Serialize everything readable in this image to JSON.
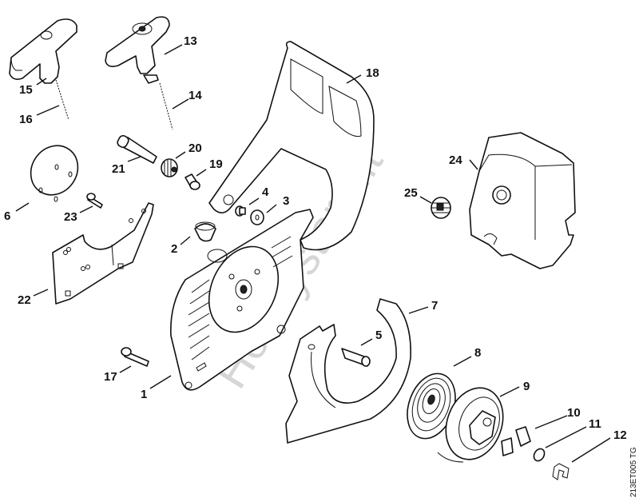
{
  "diagram": {
    "title": "Exploded parts view - rewind starter, handle and cover",
    "drawing_code": "213ET005 TG",
    "watermark": "Hobbystore.it",
    "parts": [
      {
        "id": "1",
        "label": "1",
        "name": "fan-housing"
      },
      {
        "id": "2",
        "label": "2",
        "name": "grommet"
      },
      {
        "id": "3",
        "label": "3",
        "name": "washer"
      },
      {
        "id": "4",
        "label": "4",
        "name": "bushing"
      },
      {
        "id": "5",
        "label": "5",
        "name": "rope-rotor-pin"
      },
      {
        "id": "6",
        "label": "6",
        "name": "cover-disc"
      },
      {
        "id": "7",
        "label": "7",
        "name": "guide-plate"
      },
      {
        "id": "8",
        "label": "8",
        "name": "rewind-spring"
      },
      {
        "id": "9",
        "label": "9",
        "name": "rope-rotor"
      },
      {
        "id": "10",
        "label": "10",
        "name": "pawl"
      },
      {
        "id": "11",
        "label": "11",
        "name": "washer-small"
      },
      {
        "id": "12",
        "label": "12",
        "name": "spring-clip"
      },
      {
        "id": "13",
        "label": "13",
        "name": "starter-grip-elastostart"
      },
      {
        "id": "14",
        "label": "14",
        "name": "starter-rope"
      },
      {
        "id": "15",
        "label": "15",
        "name": "starter-grip"
      },
      {
        "id": "16",
        "label": "16",
        "name": "starter-rope-alt"
      },
      {
        "id": "17",
        "label": "17",
        "name": "screw"
      },
      {
        "id": "18",
        "label": "18",
        "name": "front-handle"
      },
      {
        "id": "19",
        "label": "19",
        "name": "sleeve"
      },
      {
        "id": "20",
        "label": "20",
        "name": "annular-buffer"
      },
      {
        "id": "21",
        "label": "21",
        "name": "handle-screw"
      },
      {
        "id": "22",
        "label": "22",
        "name": "insulation-plate"
      },
      {
        "id": "23",
        "label": "23",
        "name": "small-screw"
      },
      {
        "id": "24",
        "label": "24",
        "name": "carburetor-box-cover"
      },
      {
        "id": "25",
        "label": "25",
        "name": "twist-lock"
      }
    ]
  }
}
